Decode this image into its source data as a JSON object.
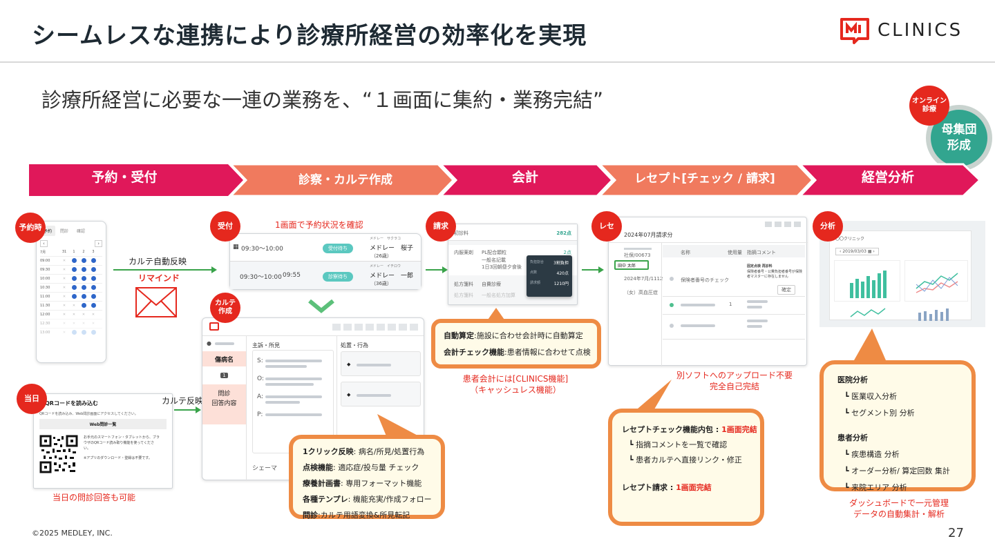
{
  "title": "シームレスな連携により診療所経営の効率化を実現",
  "logo": {
    "text": "CLINICS"
  },
  "subtitle": "診療所経営に必要な一連の業務を、“１画面に集約・業務完結”",
  "online_badge": "オンライン\n診療",
  "mother_badge": "母集団\n形成",
  "steps": [
    "予約・受付",
    "診察・カルテ作成",
    "会計",
    "レセプト[チェック / 請求]",
    "経営分析"
  ],
  "badges": {
    "reservation": "予約時",
    "reception": "受付",
    "karte": "カルテ\n作成",
    "billing": "請求",
    "rece": "レセ",
    "analysis": "分析",
    "today": "当日"
  },
  "reservation": {
    "flow_label": "カルテ自動反映",
    "remind": "リマインド",
    "tabs": [
      "予約",
      "問診",
      "確認"
    ],
    "month": "7月",
    "days": [
      "31",
      "1",
      "2",
      "3"
    ],
    "times": [
      "09:00",
      "09:30",
      "10:00",
      "10:30",
      "11:00",
      "11:30",
      "12:00",
      "12:30",
      "13:00"
    ]
  },
  "reception": {
    "caption": "1画面で予約状況を確認",
    "rows": [
      {
        "time": "09:30〜10:00",
        "status": "受付待ち",
        "kana": "メドレー　サクラコ",
        "name": "メドレー　桜子",
        "age": "（26歳）"
      },
      {
        "time": "09:30〜10:00",
        "time2": "09:55",
        "status": "診察待ち",
        "kana": "メドレー　イチロウ",
        "name": "メドレー　一郎",
        "age": "（36歳）"
      }
    ]
  },
  "karte": {
    "side_label1": "傷病名",
    "side_num": "1",
    "side_label2": "問診\n回答内容",
    "col1": "主訴・所見",
    "col2": "処置・行為",
    "soap": [
      "S:",
      "O:",
      "A:",
      "P:"
    ],
    "footer": "シェーマ"
  },
  "today": {
    "flow_label": "カルテ反映",
    "qr_title": "QRコードを読み込む",
    "qr_sub": "QRコードを読み込み、Web問診画面にアクセスしてください。",
    "list_title": "Web問診一覧",
    "body1": "お手元のスマートフォン・タブレットから、ブラウザのQRコード読み取り機能を使ってください。",
    "body2": "※アプリのダウンロード・登録は不要です。",
    "caption": "当日の問診回答も可能"
  },
  "karte_bubble": [
    {
      "bold": "1クリック反映",
      "text": ": 病名/所見/処置行為"
    },
    {
      "bold": "点検機能",
      "text": ": 適応症/投与量 チェック"
    },
    {
      "bold": "療養計画書",
      "text": ": 専用フォーマット機能"
    },
    {
      "bold": "各種テンプレ",
      "text": ": 機能充実/作成フォロー"
    },
    {
      "bold": "問診",
      "text": ":カルテ用語変換&所見転記"
    }
  ],
  "billing": {
    "head_left": "初診料",
    "head_right": "282点",
    "row1_label": "内服薬剤",
    "row1_text": "PL配合顆粒\n一般名記載\n1日3回朝昼夕食後",
    "row1_val": "2点",
    "row2_label": "処方箋料",
    "row2_text": "自費診療",
    "row3_label": "処方箋料",
    "row3_text": "一般名処方加算",
    "popup": [
      {
        "k": "負担割合",
        "v": "3割負担"
      },
      {
        "k": "点数",
        "v": "420点"
      },
      {
        "k": "請求額",
        "v": "1210円"
      }
    ]
  },
  "billing_bubble": [
    {
      "bold": "自動算定",
      "text": ":施設に合わせ会計時に自動算定"
    },
    {
      "bold": "会計チェック機能",
      "text": ":患者情報に合わせて点検"
    }
  ],
  "billing_note": "患者会計には[CLINICS機能]\n（キャッシュレス機能）",
  "rece": {
    "month": "2024年07月請求分",
    "id": "社保/00673",
    "patient": "田中 太郎",
    "date": "2024年7月/1112",
    "sex": "（女）高血圧症",
    "cols": [
      "名称",
      "使用量",
      "指摘コメント"
    ],
    "row1": "保険者番号のチェック",
    "comment_title": "固定点検 再診料",
    "comment_body": "保険者番号・公費負担者番号が保険者マスターに存在しません",
    "confirm": "確定",
    "qty": "1"
  },
  "rece_note": "別ソフトへのアップロード不要\n完全自己完結",
  "rece_bubble": {
    "line1_bold": "レセプトチェック機能内包",
    "line1_red": "1画面完結",
    "sub1": "指摘コメントを一覧で確認",
    "sub2": "患者カルテへ直接リンク・修正",
    "line2_bold": "レセプト請求",
    "line2_red": "1画面完結"
  },
  "analysis": {
    "clinic": "〇〇クリニック",
    "date": "2019/03/03"
  },
  "analysis_bubble": {
    "h1": "医院分析",
    "h1_items": [
      "医業収入分析",
      "セグメント別 分析"
    ],
    "h2": "患者分析",
    "h2_items": [
      "疾患構造 分析",
      "オーダー分析/ 算定回数 集計",
      "来院エリア 分析"
    ]
  },
  "analysis_note": "ダッシュボードで一元管理\nデータの自動集計・解析",
  "footer": {
    "copyright": "©2025 MEDLEY, INC.",
    "page": "27"
  },
  "colors": {
    "accent_red": "#e5281e",
    "magenta": "#e0185a",
    "salmon": "#f07a5e",
    "orange": "#ee8b44",
    "teal": "#32a58f",
    "blue": "#2e66c9"
  }
}
